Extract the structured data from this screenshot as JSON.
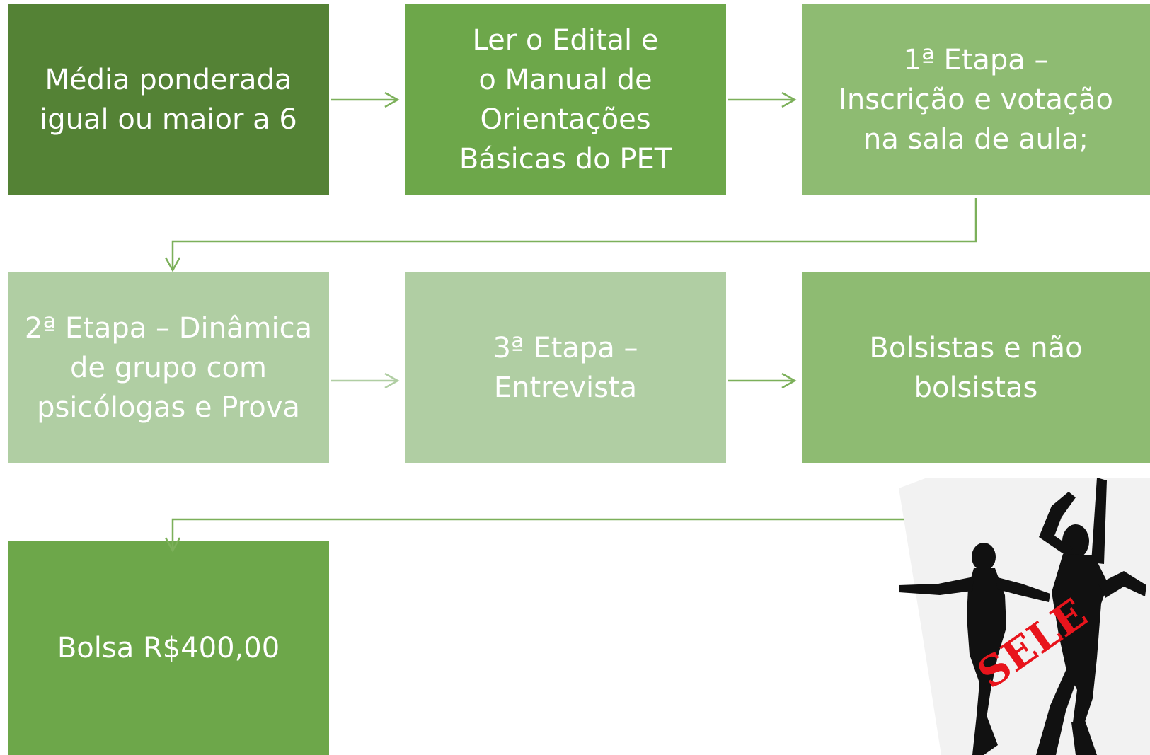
{
  "steps": [
    {
      "text": "Média ponderada\nigual ou maior a 6"
    },
    {
      "text": "Ler o Edital e\no Manual de\nOrientações\nBásicas do PET"
    },
    {
      "text": "1ª Etapa –\nInscrição e votação\nna sala de aula;"
    },
    {
      "text": "2ª Etapa – Dinâmica\nde grupo com\npsicólogas e Prova"
    },
    {
      "text": "3ª Etapa –\nEntrevista"
    },
    {
      "text": "Bolsistas e não\nbolsistas"
    },
    {
      "text": "Bolsa R$400,00"
    }
  ],
  "image": {
    "stamp_text": "SELE"
  },
  "colors": {
    "dark_green": "#548235",
    "mid_green": "#6da74a",
    "light_green": "#8ebb72",
    "pale_green": "#b0cea3",
    "connector": "#7cb05a",
    "connector_pale": "#b0cea3",
    "stamp_red": "#e8141c"
  }
}
